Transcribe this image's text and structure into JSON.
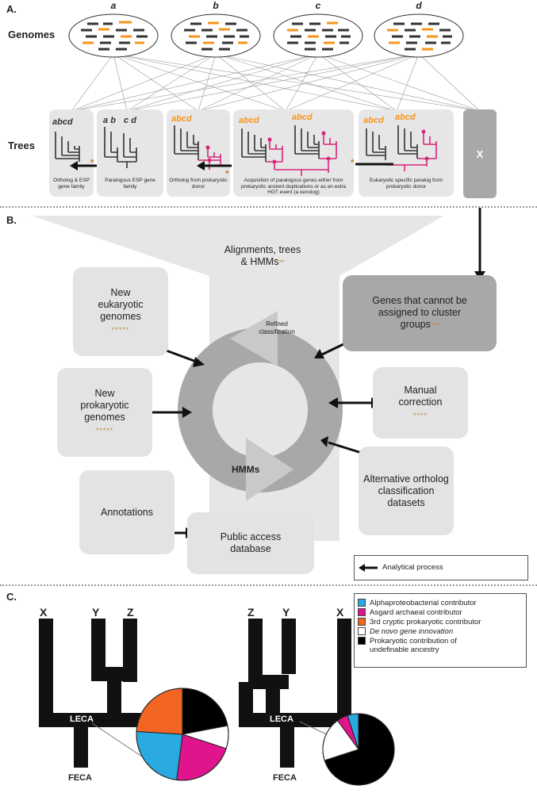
{
  "section_a": {
    "label": "A.",
    "genomes_label": "Genomes",
    "trees_label": "Trees",
    "genome_letters": [
      "a",
      "b",
      "c",
      "d"
    ],
    "x_box": "X",
    "captions": [
      "Ortholog & ESP gene family",
      "Paralogous ESP gene family",
      "Ortholog from prokaryotic donor",
      "Acquisition of paralogous genes either from prokaryotic ancient duplications or as an extra HGT event (a xenolog)",
      "Eukaryotic specific paralog from prokaryotic donor"
    ],
    "tree_tip_labels": [
      "a",
      "b",
      "c",
      "d"
    ],
    "asterisk": "*"
  },
  "section_b": {
    "label": "B.",
    "funnel_text": "Alignments, trees & HMMs",
    "funnel_stars": "**",
    "new_euk": "New eukaryotic genomes",
    "new_euk_stars": "*****",
    "new_prok": "New prokaryotic genomes",
    "new_prok_stars": "*****",
    "annotations": "Annotations",
    "public_db": "Public access database",
    "refined": "Refined classification",
    "hmms": "HMMs",
    "unassigned": "Genes that cannot be assigned to cluster groups",
    "unassigned_stars": "***",
    "manual": "Manual correction",
    "manual_stars": "****",
    "alternative": "Alternative ortholog classification datasets"
  },
  "legend": {
    "arrow_label": "Analytical process",
    "items": [
      {
        "label": "Alphaproteobacterial contributor",
        "color": "#29abe2"
      },
      {
        "label": "Asgard archaeal contributor",
        "color": "#e0148c"
      },
      {
        "label": "3rd cryptic prokaryotic contributor",
        "color": "#f26522"
      },
      {
        "label": "De novo gene innovation",
        "color": "#ffffff"
      },
      {
        "label": "Prokaryotic contribution of undefinable ancestry",
        "color": "#000000"
      }
    ]
  },
  "section_c": {
    "label": "C.",
    "left_tree": {
      "leaves": [
        "X",
        "Y",
        "Z"
      ],
      "node": "LECA",
      "root": "FECA"
    },
    "right_tree": {
      "leaves": [
        "Z",
        "Y",
        "X"
      ],
      "node": "LECA",
      "root": "FECA"
    }
  },
  "chart_data": [
    {
      "type": "pie",
      "slices": [
        {
          "label": "Prokaryotic contribution of undefinable ancestry",
          "value": 22,
          "color": "#000000"
        },
        {
          "label": "De novo gene innovation",
          "value": 8,
          "color": "#ffffff"
        },
        {
          "label": "Asgard archaeal contributor",
          "value": 22,
          "color": "#e0148c"
        },
        {
          "label": "Alphaproteobacterial contributor",
          "value": 24,
          "color": "#29abe2"
        },
        {
          "label": "3rd cryptic prokaryotic contributor",
          "value": 24,
          "color": "#f26522"
        }
      ]
    },
    {
      "type": "pie",
      "slices": [
        {
          "label": "Prokaryotic contribution of undefinable ancestry",
          "value": 70,
          "color": "#000000"
        },
        {
          "label": "De novo gene innovation",
          "value": 20,
          "color": "#ffffff"
        },
        {
          "label": "Asgard archaeal contributor",
          "value": 5,
          "color": "#e0148c"
        },
        {
          "label": "Alphaproteobacterial contributor",
          "value": 5,
          "color": "#29abe2"
        }
      ]
    }
  ]
}
